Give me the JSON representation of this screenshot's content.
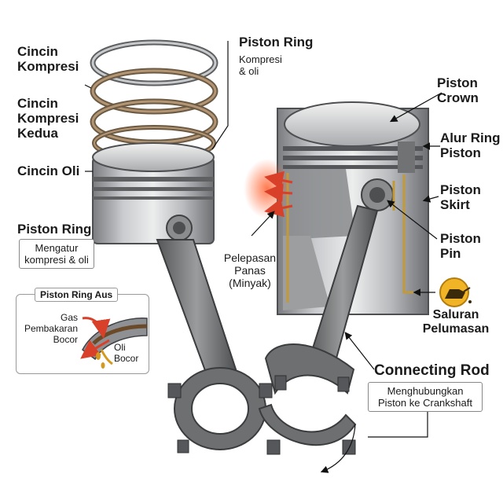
{
  "labels": {
    "cincin_kompresi": "Cincin\nKompresi",
    "cincin_kompresi_kedua": "Cincin\nKompresi\nKedua",
    "cincin_oli": "Cincin Oli",
    "piston_ring_left": "Piston Ring",
    "mengatur_box": "Mengatur\nkompresi & oli",
    "piston_ring_top": "Piston Ring",
    "kompresi_oli": "Kompresi\n& oli",
    "piston_crown": "Piston\nCrown",
    "alur_ring_piston": "Alur Ring\nPiston",
    "piston_skirt": "Piston\nSkirt",
    "piston_pin": "Piston\nPin",
    "pelepasan_panas": "Pelepasan\nPanas\n(Minyak)",
    "saluran_pelumasan": "Saluran\nPelumasan",
    "connecting_rod": "Connecting Rod",
    "menghubungkan_box": "Menghubungkan\nPiston ke Crankshaft"
  },
  "worn_ring_callout": {
    "title": "Piston Ring Aus",
    "gas_label": "Gas\nPembakaran\nBocor",
    "oli_label": "Oli\nBocor"
  },
  "colors": {
    "metal_light": "#d9dadc",
    "metal_mid": "#a9abae",
    "metal_dark": "#6d6f72",
    "rod": "#7d7f80",
    "ring_bronze": "#a88a68",
    "heat": "#e0402a",
    "oil": "#d49a20",
    "oil_icon": "#f0b426"
  }
}
